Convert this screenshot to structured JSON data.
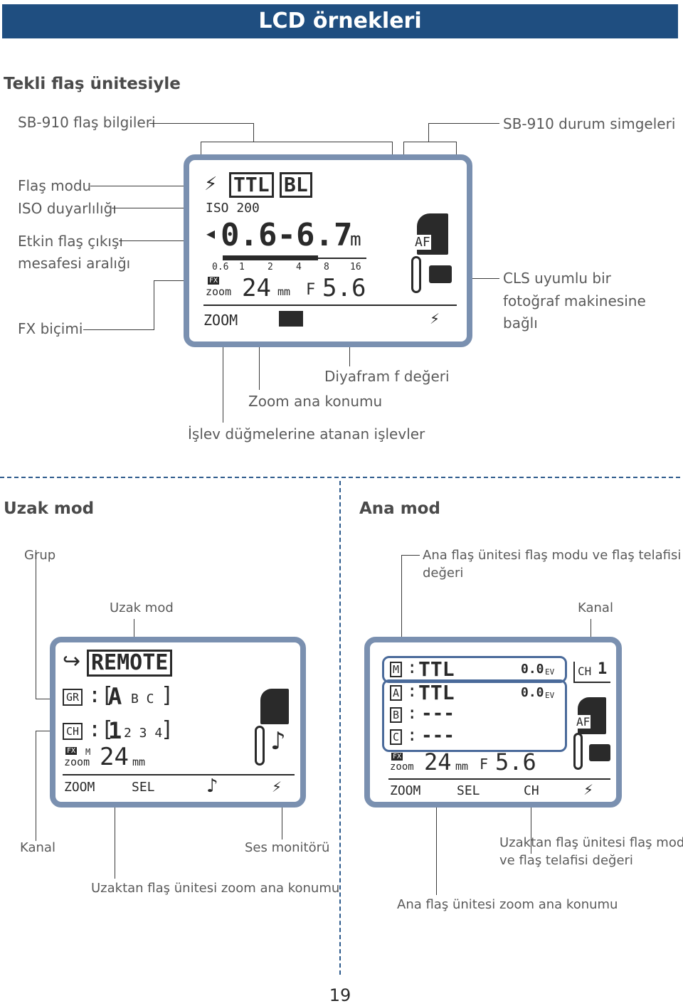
{
  "header": {
    "title": "LCD örnekleri"
  },
  "single": {
    "heading": "Tekli flaş ünitesiyle",
    "labels": {
      "info": "SB-910 flaş bilgileri",
      "status": "SB-910 durum simgeleri",
      "mode": "Flaş modu",
      "iso": "ISO duyarlılığı",
      "range1": "Etkin flaş çıkışı",
      "range2": "mesafesi aralığı",
      "fx": "FX biçimi",
      "cls1": "CLS uyumlu bir",
      "cls2": "fotoğraf makinesine",
      "cls3": "bağlı",
      "aperture": "Diyafram f değeri",
      "zoom": "Zoom ana konumu",
      "function": "İşlev düğmelerine atanan işlevler"
    },
    "lcd": {
      "mode_ttl": "TTL",
      "mode_bl": "BL",
      "iso": "ISO 200",
      "range": "0.6-6.7",
      "range_unit": "m",
      "scale": [
        "0.6",
        "1",
        "2",
        "4",
        "8",
        "16"
      ],
      "fx_badge": "FX",
      "zoom_word": "zoom",
      "zoom_value": "24",
      "zoom_unit": "mm",
      "f_letter": "F",
      "f_value": "5.6",
      "af": "AF",
      "fn1": "ZOOM"
    }
  },
  "remote": {
    "heading": "Uzak mod",
    "labels": {
      "group": "Grup",
      "remote_mode": "Uzak mod",
      "channel": "Kanal",
      "sound": "Ses monitörü",
      "zoom": "Uzaktan flaş ünitesi zoom ana konumu"
    },
    "lcd": {
      "remote": "REMOTE",
      "gr": "GR",
      "group_big": "A",
      "group_rest": "B C",
      "ch": "CH",
      "ch_big": "1",
      "ch_rest": "2 3 4",
      "fx_badge": "FX",
      "m_letter": "M",
      "zoom_word": "zoom",
      "zoom_value": "24",
      "zoom_unit": "mm",
      "fn1": "ZOOM",
      "fn2": "SEL"
    }
  },
  "master": {
    "heading": "Ana mod",
    "labels": {
      "master_mode1": "Ana flaş ünitesi flaş modu ve flaş telafisi",
      "master_mode2": "değeri",
      "channel": "Kanal",
      "remote_mode1": "Uzaktan flaş ünitesi flaş modu",
      "remote_mode2": "ve flaş telafisi değeri",
      "zoom": "Ana flaş ünitesi zoom ana konumu"
    },
    "lcd": {
      "rows": [
        {
          "letter": "M",
          "mode": "TTL",
          "comp": "0.0",
          "unit": "EV"
        },
        {
          "letter": "A",
          "mode": "TTL",
          "comp": "0.0",
          "unit": "EV"
        },
        {
          "letter": "B",
          "mode": "---",
          "comp": "",
          "unit": ""
        },
        {
          "letter": "C",
          "mode": "---",
          "comp": "",
          "unit": ""
        }
      ],
      "ch": "CH",
      "ch_value": "1",
      "af": "AF",
      "fx_badge": "FX",
      "zoom_word": "zoom",
      "zoom_value": "24",
      "zoom_unit": "mm",
      "f_letter": "F",
      "f_value": "5.6",
      "fn1": "ZOOM",
      "fn2": "SEL",
      "fn3": "CH"
    }
  },
  "page_number": "19"
}
